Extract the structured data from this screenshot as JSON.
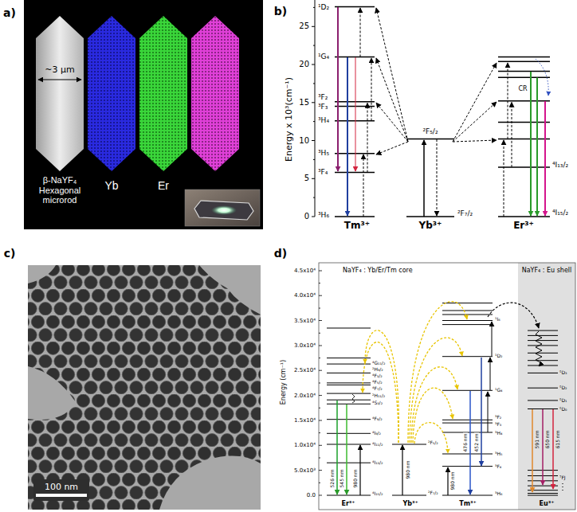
{
  "diagram": {
    "nodes": [
      {
        "text": [
          "β-NaYF₄ Hexagonal microrod",
          "~3 μm"
        ]
      },
      {
        "text": [
          "Yb"
        ]
      },
      {
        "text": [
          "Er"
        ]
      },
      {
        "text": [
          "NaYF₄ : Yb/Er/Tm core"
        ]
      },
      {
        "text": [
          "NaYF₄ : Eu shell"
        ]
      }
    ],
    "labels": [
      "a)",
      "b)",
      "Energy x 10³(cm⁻¹)",
      "0",
      "5",
      "10",
      "15",
      "20",
      "25",
      "¹D₂",
      "¹G₄",
      "³F₂",
      "³F₃",
      "³H₄",
      "³H₅",
      "³F₄",
      "³H₆",
      "Tm³⁺",
      "²F₅/₂",
      "²F₇/₂",
      "Yb³⁺",
      "⁴I₁₃/₂",
      "⁴I₁₅/₂",
      "Er³⁺",
      "CR",
      "c)",
      "100 nm",
      "d)",
      "Energy (cm⁻¹)",
      "0.0",
      "5.0x10³",
      "1.0x10⁴",
      "1.5x10⁴",
      "2.0x10⁴",
      "2.5x10⁴",
      "3.0x10⁴",
      "3.5x10⁴",
      "4.0x10⁴",
      "4.5x10⁴",
      "⁴G₁₁/₂",
      "²H₉/₂",
      "⁴F₃/₂",
      "⁴F₅/₂",
      "⁴F₇/₂",
      "²H₁₁/₂",
      "⁴S₃/₂",
      "⁴F₉/₂",
      "⁴I₉/₂",
      "⁴I₁₁/₂",
      "⁴I₁₃/₂",
      "⁴I₁₅/₂",
      "526 nm",
      "545 nm",
      "980 nm",
      "²F₅/₂",
      "980 nm",
      "²F₇/₂",
      "¹I₆",
      "¹D₂",
      "¹G₄",
      "³F₂",
      "³F₃",
      "³H₄",
      "³H₅",
      "³F₄",
      "³H₆",
      "980 nm",
      "476 nm",
      "452 nm",
      "Er³⁺",
      "Yb³⁺",
      "Tm³⁺",
      "Eu³⁺",
      "⁵D₃",
      "⁵D₂",
      "⁵D₁",
      "⁵D₀",
      "⁷FJ",
      "591 nm",
      "650 nm",
      "615 nm"
    ]
  }
}
